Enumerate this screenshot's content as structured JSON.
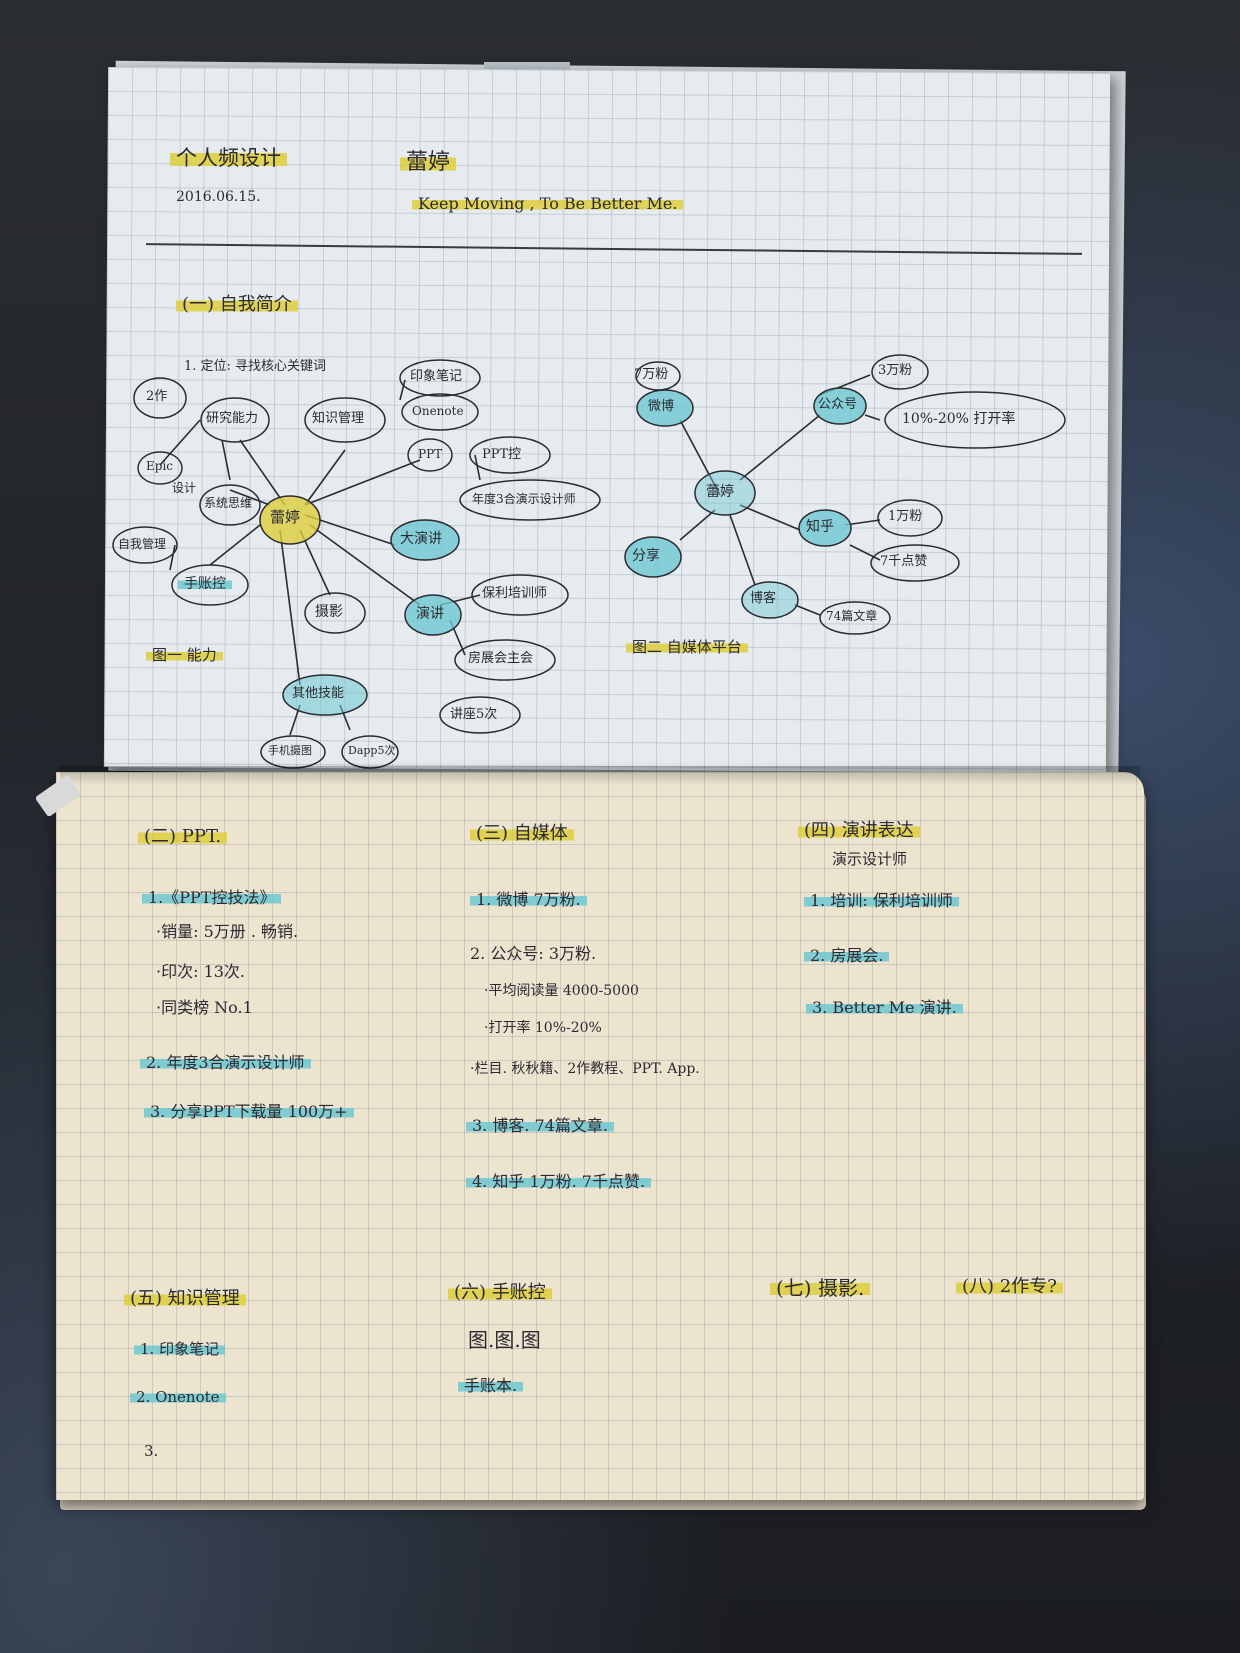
{
  "top_page": {
    "title": "个人频设计",
    "date": "2016.06.15.",
    "name": "蕾婷",
    "motto": "Keep Moving , To Be Better Me.",
    "section1_heading": "(一) 自我简介",
    "section1_note": "1. 定位: 寻找核心关键词",
    "mindmap1": {
      "center": "蕾婷",
      "nodes": [
        "2作",
        "研究能力",
        "Epic",
        "设计",
        "系统思维",
        "自我管理",
        "手账控",
        "知识管理",
        "印象笔记",
        "Onenote",
        "PPT",
        "PPT控",
        "年度3合演示设计师",
        "大演讲",
        "摄影",
        "演讲",
        "保利培训师",
        "房展会主会",
        "讲座5次",
        "其他技能",
        "手机摄图",
        "Dapp5次"
      ],
      "caption": "图一 能力"
    },
    "mindmap2": {
      "center": "蕾婷",
      "nodes": [
        "7万粉",
        "微博",
        "公众号",
        "3万粉",
        "10%-20% 打开率",
        "知乎",
        "1万粉",
        "7千点赞",
        "分享",
        "博客",
        "74篇文章"
      ],
      "caption": "图二 自媒体平台"
    }
  },
  "bottom_page": {
    "col1": {
      "heading": "(二) PPT.",
      "lines": [
        "1.《PPT控技法》",
        "·销量: 5万册 . 畅销.",
        "·印次: 13次.",
        "·同类榜 No.1",
        "2. 年度3合演示设计师",
        "3. 分享PPT下载量 100万+"
      ]
    },
    "col2": {
      "heading": "(三) 自媒体",
      "lines": [
        "1. 微博 7万粉.",
        "2. 公众号: 3万粉.",
        "·平均阅读量 4000-5000",
        "·打开率 10%-20%",
        "·栏目. 秋秋籍、2作教程、PPT. App.",
        "3. 博客. 74篇文章.",
        "4. 知乎 1万粉. 7千点赞."
      ]
    },
    "col3": {
      "heading": "(四) 演讲表达",
      "sub": "演示设计师",
      "lines": [
        "1. 培训: 保利培训师",
        "2. 房展会.",
        "3. Better Me 演讲."
      ]
    },
    "row2": {
      "h5": "(五) 知识管理",
      "h5_lines": [
        "1. 印象笔记",
        "2. Onenote",
        "3."
      ],
      "h6": "(六) 手账控",
      "h6_lines": [
        "图.图.图",
        "手账本."
      ],
      "h7": "(七) 摄影.",
      "h8": "(八) 2作专?"
    }
  }
}
